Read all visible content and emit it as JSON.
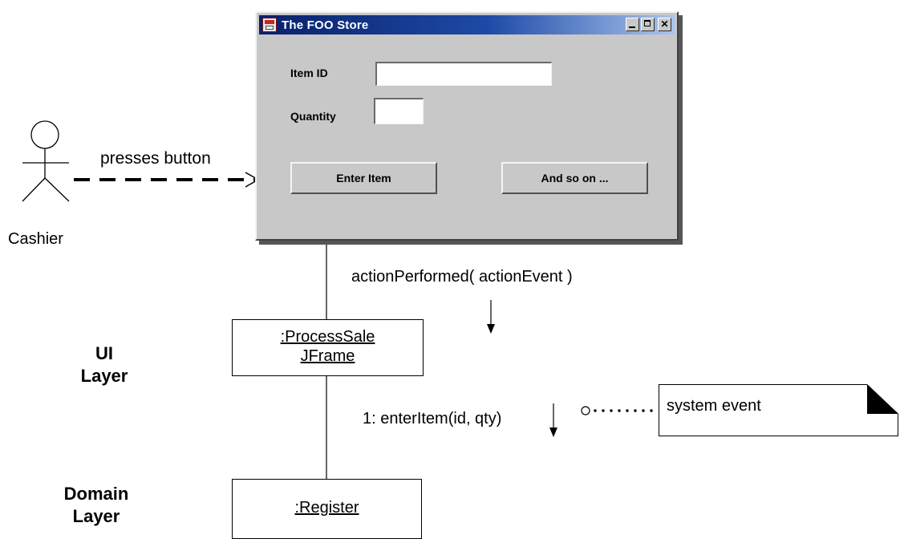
{
  "actor": {
    "name": "Cashier"
  },
  "interaction": {
    "label": "presses button"
  },
  "window": {
    "title": "The FOO Store",
    "item_id_label": "Item ID",
    "item_id_value": "",
    "quantity_label": "Quantity",
    "quantity_value": "",
    "enter_button": "Enter Item",
    "more_button": "And so on ..."
  },
  "messages": {
    "action": "actionPerformed( actionEvent )",
    "enter_item": "1: enterItem(id, qty)"
  },
  "objects": {
    "ui_line1": ":ProcessSale",
    "ui_line2": "JFrame",
    "domain": ":Register"
  },
  "layers": {
    "ui_line1": "UI",
    "ui_line2": "Layer",
    "domain_line1": "Domain",
    "domain_line2": "Layer"
  },
  "note": {
    "text": "system event"
  },
  "colors": {
    "titlebar_start": "#08216b",
    "titlebar_end": "#a9c4ef",
    "window_face": "#c8c8c8"
  }
}
